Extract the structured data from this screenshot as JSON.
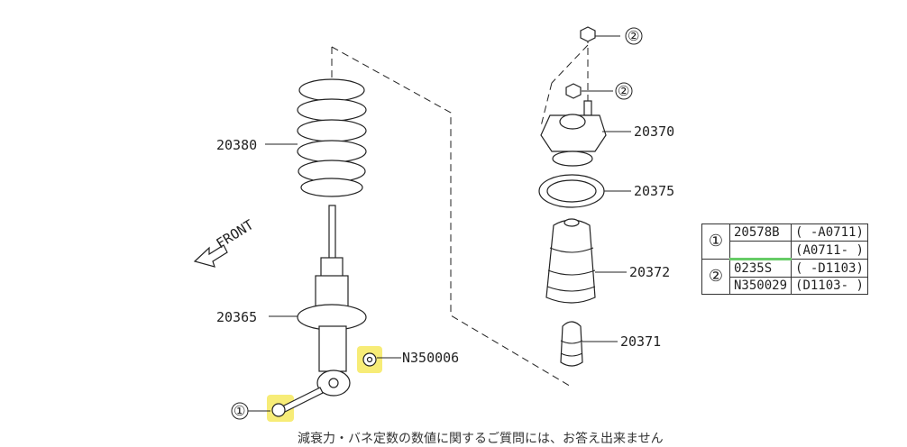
{
  "labels": {
    "coil_spring": "20380",
    "strut": "20365",
    "nut_n350006": "N350006",
    "bolt_ref": "①",
    "top_nut_ref": "②",
    "mount_nut_ref": "②",
    "mount": "20370",
    "seat": "20375",
    "boot": "20372",
    "bumper": "20371",
    "front": "FRONT"
  },
  "parts_table": {
    "rows": [
      {
        "ref": "①",
        "part": "20578B",
        "range": "( -A0711)"
      },
      {
        "ref": "",
        "part": "",
        "range": "(A0711- )"
      },
      {
        "ref": "②",
        "part": "0235S",
        "range": "( -D1103)"
      },
      {
        "ref": "",
        "part": "N350029",
        "range": "(D1103- )"
      }
    ]
  },
  "footer_note": "減衰力・バネ定数の数値に関するご質問には、お答え出来ません",
  "colors": {
    "highlight": "#f4e64a",
    "line": "#222222"
  }
}
